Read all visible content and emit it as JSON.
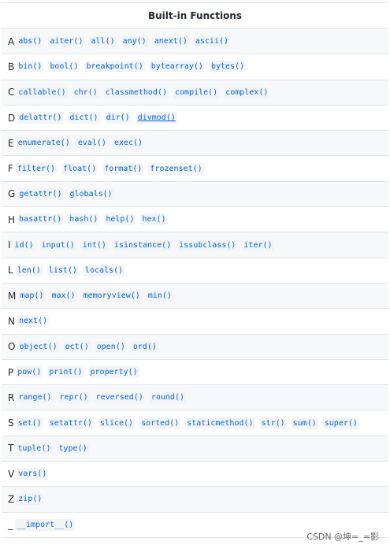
{
  "title": "Built-in Functions",
  "rows": [
    {
      "letter": "A",
      "funcs": [
        "abs()",
        "aiter()",
        "all()",
        "any()",
        "anext()",
        "ascii()"
      ]
    },
    {
      "letter": "B",
      "funcs": [
        "bin()",
        "bool()",
        "breakpoint()",
        "bytearray()",
        "bytes()"
      ]
    },
    {
      "letter": "C",
      "funcs": [
        "callable()",
        "chr()",
        "classmethod()",
        "compile()",
        "complex()"
      ]
    },
    {
      "letter": "D",
      "funcs": [
        "delattr()",
        "dict()",
        "dir()",
        "divmod()"
      ],
      "underlined": [
        "divmod()"
      ]
    },
    {
      "letter": "E",
      "funcs": [
        "enumerate()",
        "eval()",
        "exec()"
      ]
    },
    {
      "letter": "F",
      "funcs": [
        "filter()",
        "float()",
        "format()",
        "frozenset()"
      ]
    },
    {
      "letter": "G",
      "funcs": [
        "getattr()",
        "globals()"
      ]
    },
    {
      "letter": "H",
      "funcs": [
        "hasattr()",
        "hash()",
        "help()",
        "hex()"
      ]
    },
    {
      "letter": "I",
      "funcs": [
        "id()",
        "input()",
        "int()",
        "isinstance()",
        "issubclass()",
        "iter()"
      ]
    },
    {
      "letter": "L",
      "funcs": [
        "len()",
        "list()",
        "locals()"
      ]
    },
    {
      "letter": "M",
      "funcs": [
        "map()",
        "max()",
        "memoryview()",
        "min()"
      ]
    },
    {
      "letter": "N",
      "funcs": [
        "next()"
      ]
    },
    {
      "letter": "O",
      "funcs": [
        "object()",
        "oct()",
        "open()",
        "ord()"
      ]
    },
    {
      "letter": "P",
      "funcs": [
        "pow()",
        "print()",
        "property()"
      ]
    },
    {
      "letter": "R",
      "funcs": [
        "range()",
        "repr()",
        "reversed()",
        "round()"
      ]
    },
    {
      "letter": "S",
      "funcs": [
        "set()",
        "setattr()",
        "slice()",
        "sorted()",
        "staticmethod()",
        "str()",
        "sum()",
        "super()"
      ]
    },
    {
      "letter": "T",
      "funcs": [
        "tuple()",
        "type()"
      ]
    },
    {
      "letter": "V",
      "funcs": [
        "vars()"
      ]
    },
    {
      "letter": "Z",
      "funcs": [
        "zip()"
      ]
    },
    {
      "letter": "_",
      "funcs": [
        "__import__()"
      ]
    }
  ],
  "watermark": "CSDN @坤=_=影",
  "colors": {
    "link": "#0366d6",
    "text": "#24292e",
    "stripe": "#f6f8fa",
    "border": "#e1e4e8"
  }
}
